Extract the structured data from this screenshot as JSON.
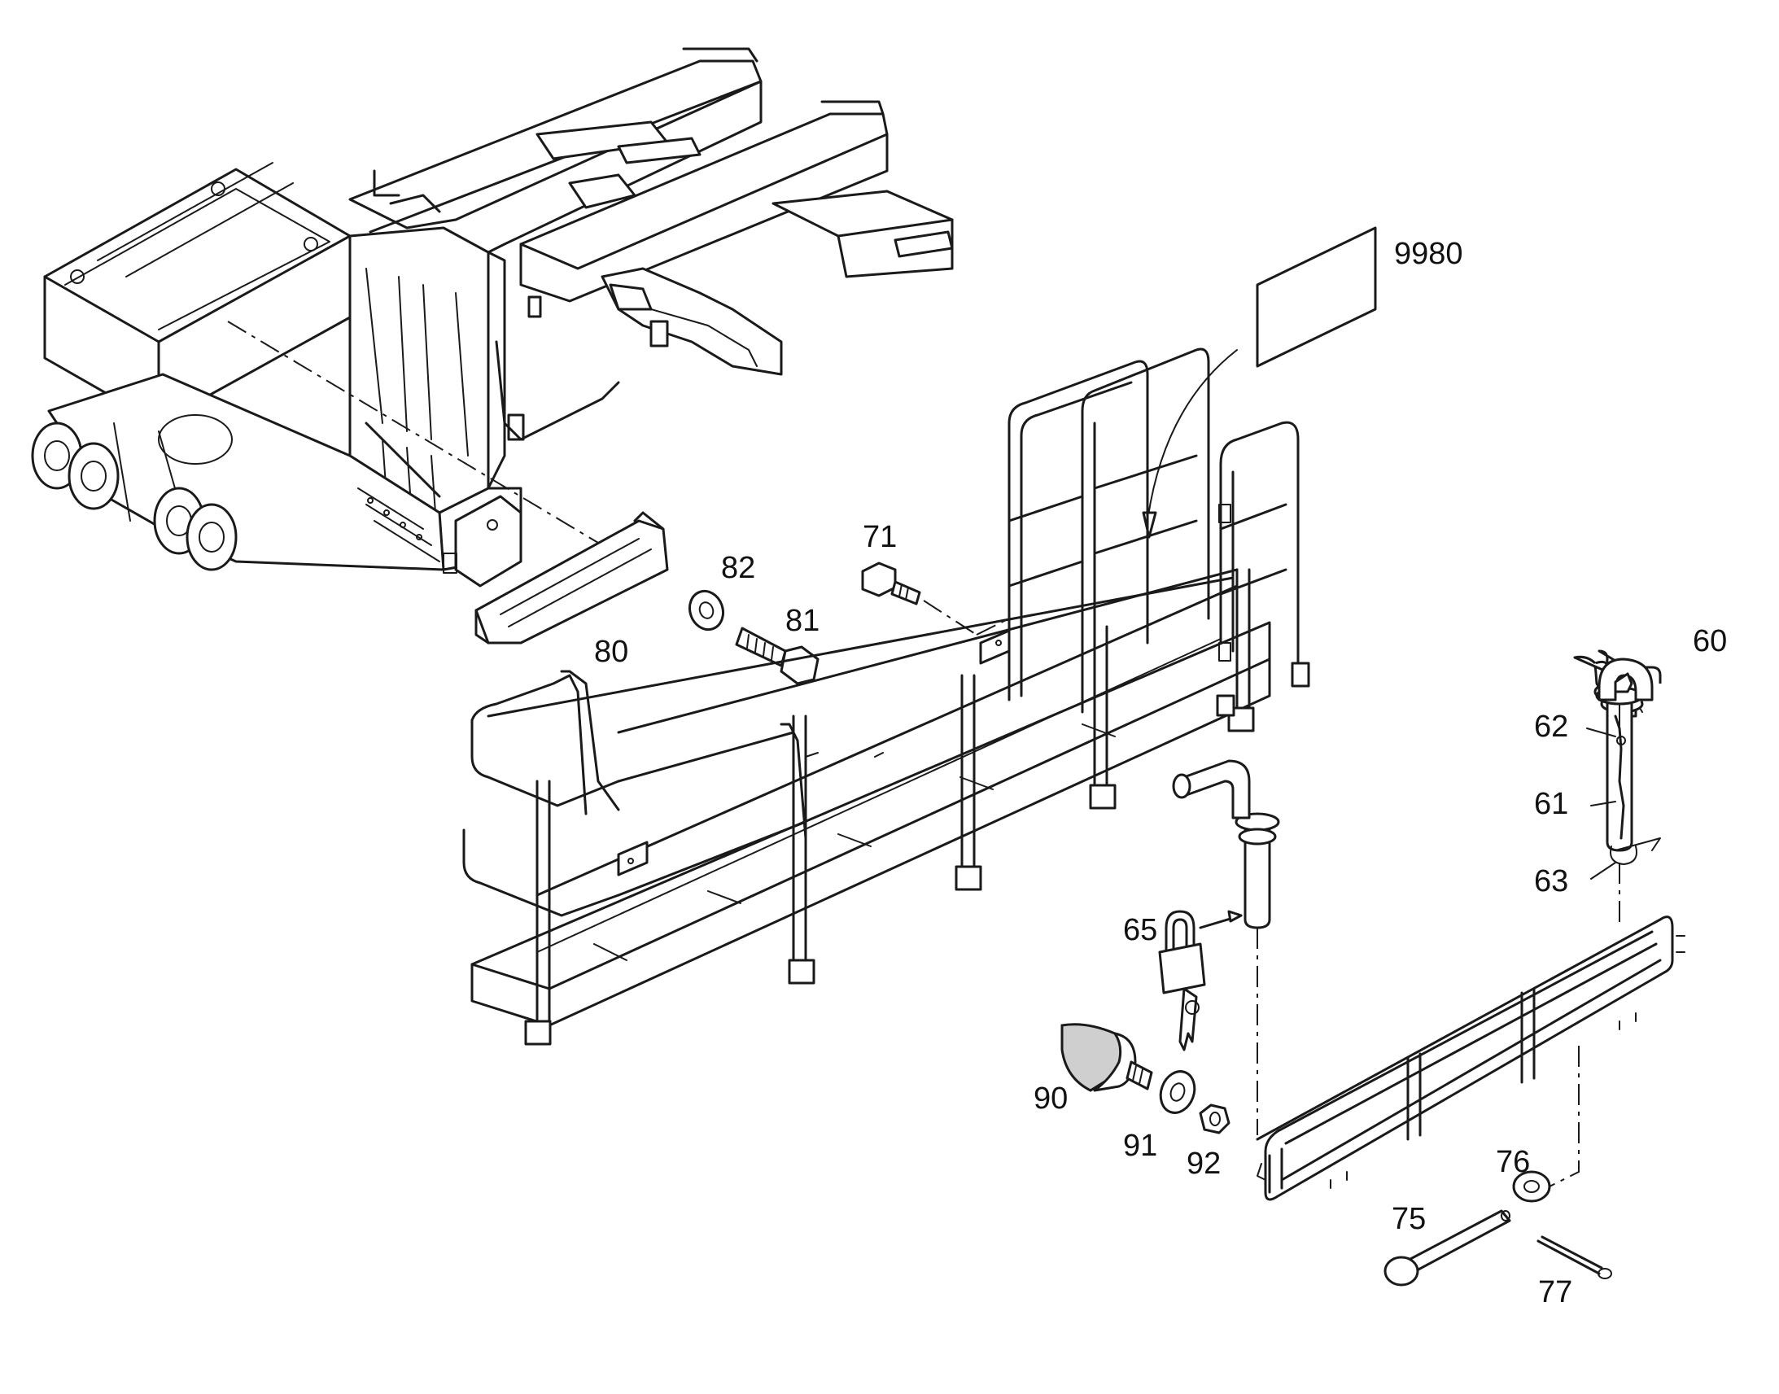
{
  "callouts": [
    {
      "id": "c9980",
      "text": "9980"
    },
    {
      "id": "c71",
      "text": "71"
    },
    {
      "id": "c82",
      "text": "82"
    },
    {
      "id": "c81",
      "text": "81"
    },
    {
      "id": "c80",
      "text": "80"
    },
    {
      "id": "c60",
      "text": "60"
    },
    {
      "id": "c62",
      "text": "62"
    },
    {
      "id": "c61",
      "text": "61"
    },
    {
      "id": "c63",
      "text": "63"
    },
    {
      "id": "c65",
      "text": "65"
    },
    {
      "id": "c90",
      "text": "90"
    },
    {
      "id": "c91",
      "text": "91"
    },
    {
      "id": "c92",
      "text": "92"
    },
    {
      "id": "c76",
      "text": "76"
    },
    {
      "id": "c75",
      "text": "75"
    },
    {
      "id": "c77",
      "text": "77"
    }
  ],
  "colors": {
    "line": "#1a1a1a",
    "background": "#ffffff",
    "shade": "#cfcfcf"
  }
}
